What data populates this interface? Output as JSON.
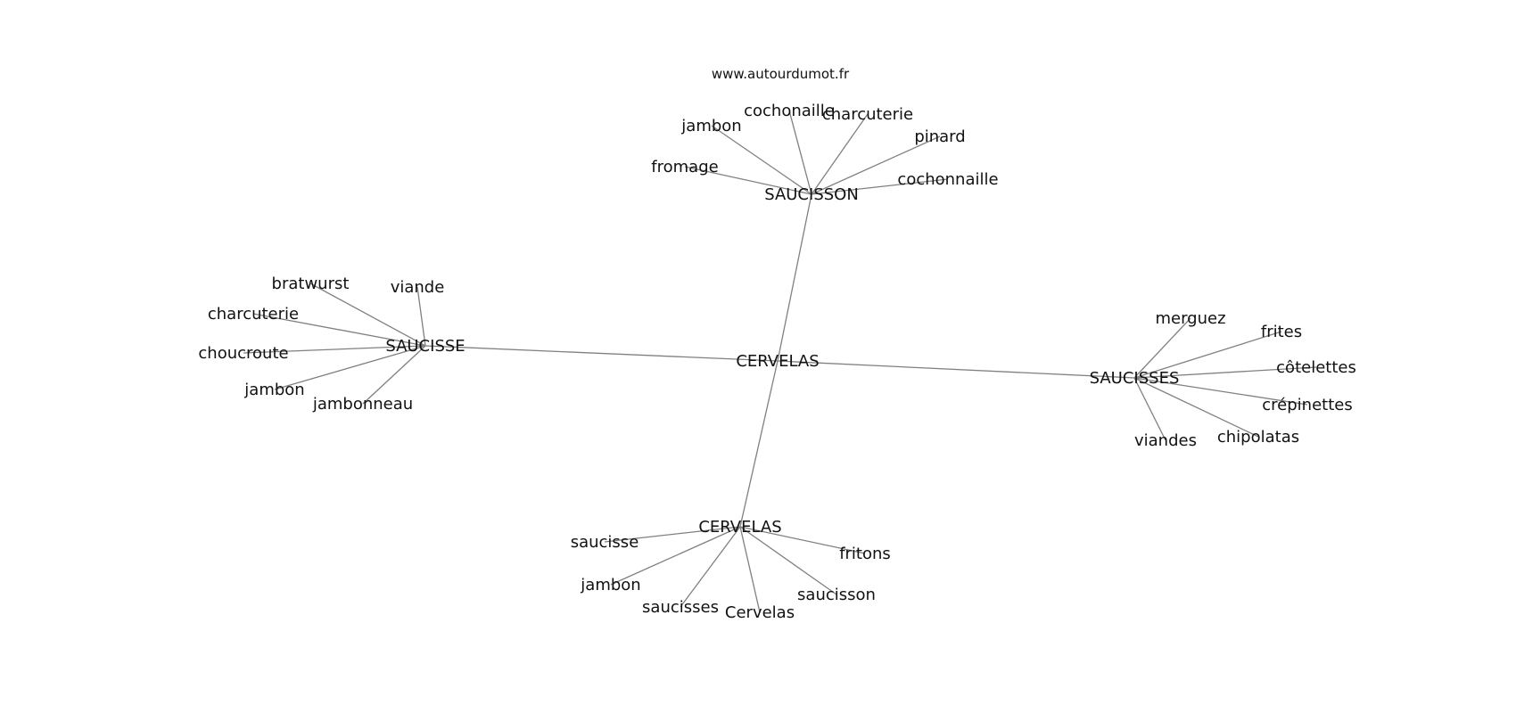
{
  "site": "www.autourdumot.fr",
  "root": "CERVELAS",
  "clusters": [
    {
      "label": "SAUCISSON",
      "leaves": [
        "jambon",
        "cochonaille",
        "charcuterie",
        "pinard",
        "fromage",
        "cochonnaille"
      ]
    },
    {
      "label": "SAUCISSE",
      "leaves": [
        "bratwurst",
        "viande",
        "charcuterie",
        "choucroute",
        "jambon",
        "jambonneau"
      ]
    },
    {
      "label": "SAUCISSES",
      "leaves": [
        "merguez",
        "frites",
        "côtelettes",
        "crépinettes",
        "chipolatas",
        "viandes"
      ]
    },
    {
      "label": "CERVELAS",
      "leaves": [
        "saucisse",
        "fritons",
        "jambon",
        "saucisson",
        "saucisses",
        "Cervelas"
      ]
    }
  ]
}
